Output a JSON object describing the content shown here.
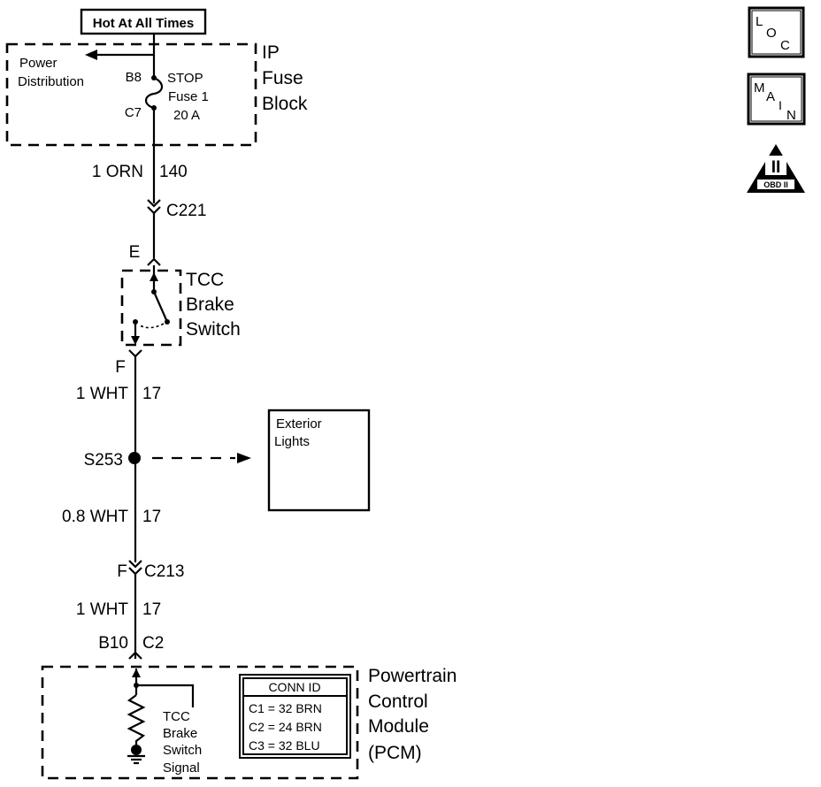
{
  "power_label": "Hot At All Times",
  "ip_fuse_block": {
    "name_line1": "IP",
    "name_line2": "Fuse",
    "name_line3": "Block",
    "power_dist_line1": "Power",
    "power_dist_line2": "Distribution",
    "pin_in": "B8",
    "pin_out": "C7",
    "fuse_line1": "STOP",
    "fuse_line2": "Fuse 1",
    "fuse_line3": "20 A"
  },
  "wire_1": {
    "gauge_color": "1 ORN",
    "circuit": "140"
  },
  "connector_c221": {
    "name": "C221",
    "pin": "E"
  },
  "tcc_switch": {
    "line1": "TCC",
    "line2": "Brake",
    "line3": "Switch",
    "pin_out": "F"
  },
  "wire_2": {
    "gauge_color": "1 WHT",
    "circuit": "17"
  },
  "splice": {
    "name": "S253"
  },
  "exterior_lights": {
    "line1": "Exterior",
    "line2": "Lights"
  },
  "wire_3": {
    "gauge_color": "0.8 WHT",
    "circuit": "17"
  },
  "connector_c213": {
    "pin": "F",
    "name": "C213"
  },
  "wire_4": {
    "gauge_color": "1 WHT",
    "circuit": "17"
  },
  "pcm_pin": {
    "pin": "B10",
    "connector": "C2"
  },
  "pcm": {
    "line1": "Powertrain",
    "line2": "Control",
    "line3": "Module",
    "line4": "(PCM)",
    "signal_line1": "TCC",
    "signal_line2": "Brake",
    "signal_line3": "Switch",
    "signal_line4": "Signal",
    "conn_id_title": "CONN ID",
    "conn_ids": [
      "C1 = 32 BRN",
      "C2 = 24 BRN",
      "C3 = 32 BLU"
    ]
  },
  "badges": {
    "loc": {
      "l": "L",
      "o": "O",
      "c": "C"
    },
    "main": {
      "m": "M",
      "a": "A",
      "i": "I",
      "n": "N"
    },
    "obd": {
      "roman": "II",
      "label": "OBD II"
    }
  }
}
